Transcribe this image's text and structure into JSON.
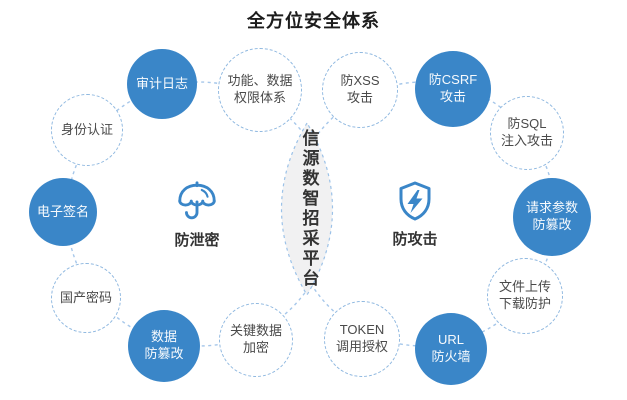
{
  "title": "全方位安全体系",
  "center": {
    "platform": "信源数智招采平台"
  },
  "groups": {
    "leak": {
      "label": "防泄密",
      "icon": "umbrella-icon"
    },
    "attack": {
      "label": "防攻击",
      "icon": "shield-lightning-icon"
    }
  },
  "nodes": {
    "audit_log": {
      "line1": "审计日志",
      "line2": "",
      "style": "solid"
    },
    "perm_system": {
      "line1": "功能、数据",
      "line2": "权限体系",
      "style": "dashed"
    },
    "identity_auth": {
      "line1": "身份认证",
      "line2": "",
      "style": "dashed"
    },
    "e_signature": {
      "line1": "电子签名",
      "line2": "",
      "style": "solid"
    },
    "domestic_crypto": {
      "line1": "国产密码",
      "line2": "",
      "style": "dashed"
    },
    "data_antitamper": {
      "line1": "数据",
      "line2": "防篡改",
      "style": "solid"
    },
    "key_data_encrypt": {
      "line1": "关键数据",
      "line2": "加密",
      "style": "dashed"
    },
    "anti_xss": {
      "line1": "防XSS",
      "line2": "攻击",
      "style": "dashed"
    },
    "anti_csrf": {
      "line1": "防CSRF",
      "line2": "攻击",
      "style": "solid"
    },
    "anti_sql": {
      "line1": "防SQL",
      "line2": "注入攻击",
      "style": "dashed"
    },
    "req_param_antitamper": {
      "line1": "请求参数",
      "line2": "防篡改",
      "style": "solid"
    },
    "file_protection": {
      "line1": "文件上传",
      "line2": "下载防护",
      "style": "dashed"
    },
    "url_firewall": {
      "line1": "URL",
      "line2": "防火墙",
      "style": "solid"
    },
    "token_auth": {
      "line1": "TOKEN",
      "line2": "调用授权",
      "style": "dashed"
    }
  },
  "colors": {
    "accent_blue": "#3A86C8",
    "dash_blue": "#A6C7EA",
    "lens_fill": "#F1F1F2",
    "node_text": "#4A4A4A",
    "title_text": "#1C1C1C"
  }
}
